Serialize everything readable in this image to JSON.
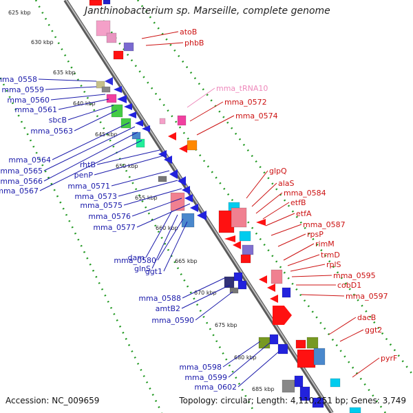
{
  "header": {
    "title": "Janthinobacterium sp. Marseille, complete genome"
  },
  "footer": {
    "accession": "Accession: NC_009659",
    "summary": "Topology: circular; Length: 4,110,251 bp; Genes: 3,749"
  },
  "colors": {
    "backbone": "#8c8c8c",
    "tick": "#229922",
    "left_label": "#1a1aaa",
    "right_label": "#cc1111",
    "trna_label": "#ee88bb"
  },
  "kbp_ticks": [
    "625 kbp",
    "630 kbp",
    "635 kbp",
    "640 kbp",
    "645 kbp",
    "650 kbp",
    "655 kbp",
    "660 kbp",
    "665 kbp",
    "670 kbp",
    "675 kbp",
    "680 kbp",
    "685 kbp"
  ],
  "left_genes": [
    "mma_0558",
    "mma_0559",
    "mma_0560",
    "mma_0561",
    "sbcB",
    "mma_0563",
    "mma_0564",
    "mma_0565",
    "mma_0566",
    "mma_0567",
    "rhtB",
    "penP",
    "mma_0571",
    "mma_0573",
    "mma_0575",
    "mma_0576",
    "mma_0577",
    "dam",
    "glnS",
    "mma_0580",
    "ggt1",
    "mma_0588",
    "amtB2",
    "mma_0590",
    "mma_0598",
    "mma_0599",
    "mma_0602"
  ],
  "right_genes": [
    "atoB",
    "phbB",
    "mma_tRNA10",
    "mma_0572",
    "mma_0574",
    "glpQ",
    "alaS",
    "mma_0584",
    "etfB",
    "etfA",
    "mma_0587",
    "rpsP",
    "rimM",
    "trmD",
    "rplS",
    "mma_0595",
    "cobD1",
    "mma_0597",
    "dacB",
    "ggt2",
    "pyrF"
  ]
}
